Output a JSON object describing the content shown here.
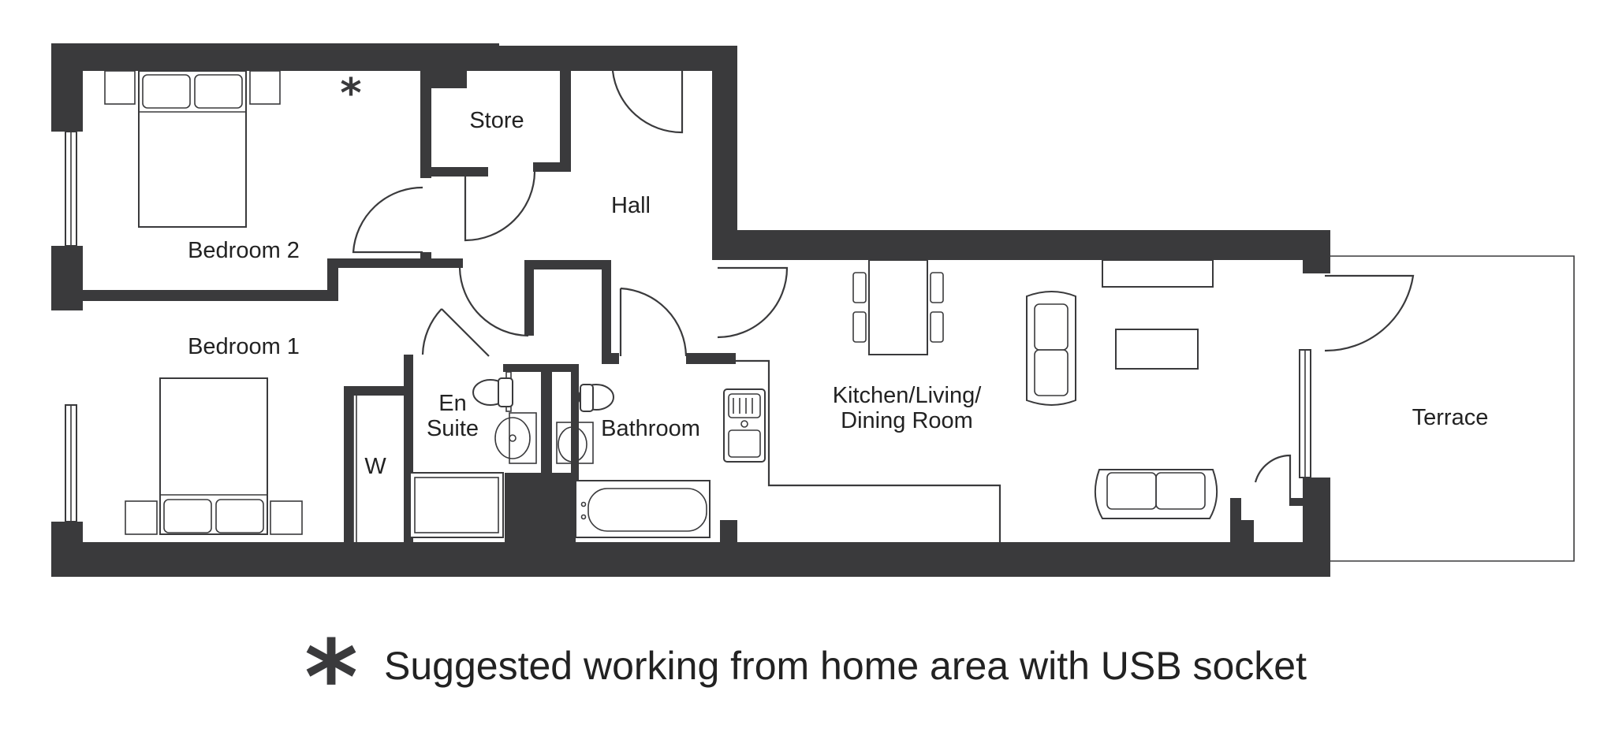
{
  "rooms": {
    "bedroom_2": "Bedroom 2",
    "store": "Store",
    "hall": "Hall",
    "bedroom_1": "Bedroom 1",
    "en_suite_line1": "En",
    "en_suite_line2": "Suite",
    "wardrobe": "W",
    "bathroom": "Bathroom",
    "kitchen_line1": "Kitchen/Living/",
    "kitchen_line2": "Dining Room",
    "terrace": "Terrace"
  },
  "markers": {
    "wfh_symbol": "*"
  },
  "legend": {
    "symbol": "*",
    "text": "Suggested working from home area with USB socket"
  },
  "colors": {
    "wall": "#3a3a3c",
    "text": "#222222",
    "background": "#ffffff"
  }
}
